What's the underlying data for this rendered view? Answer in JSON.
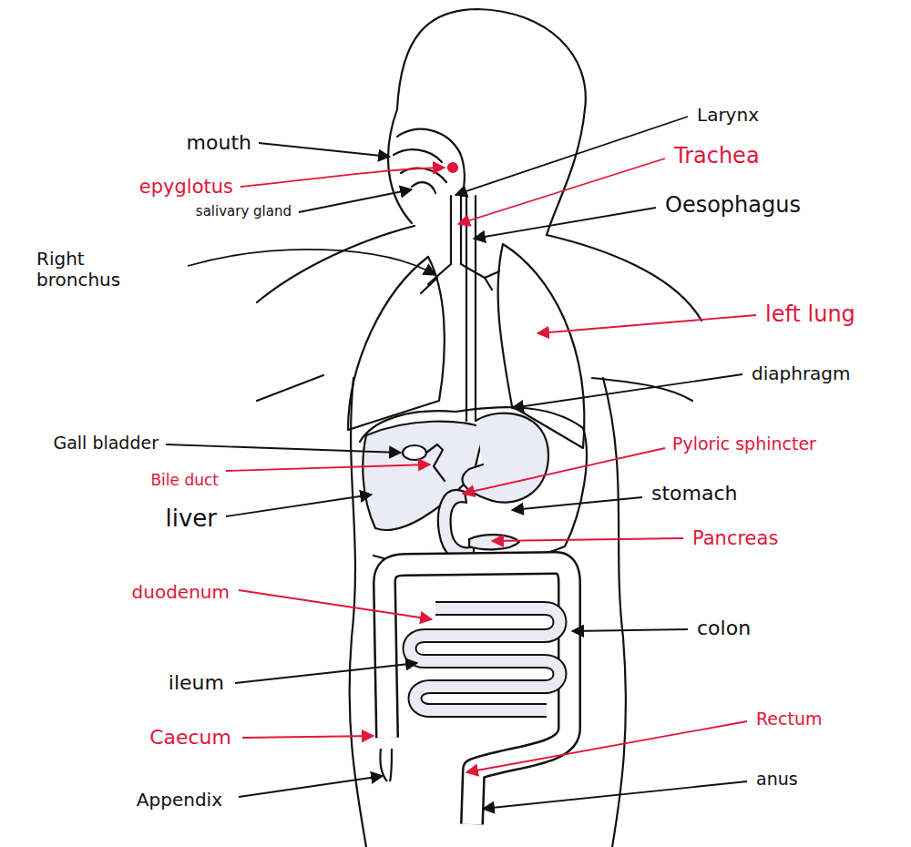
{
  "diagram": {
    "labels": [
      "mouth",
      "epyglotus",
      "salivary gland",
      "Right bronchus",
      "Larynx",
      "Trachea",
      "Oesophagus",
      "left lung",
      "diaphragm",
      "Gall bladder",
      "Bile duct",
      "liver",
      "Pyloric sphincter",
      "stomach",
      "Pancreas",
      "duodenum",
      "colon",
      "ileum",
      "Caecum",
      "Rectum",
      "Appendix",
      "anus"
    ]
  }
}
